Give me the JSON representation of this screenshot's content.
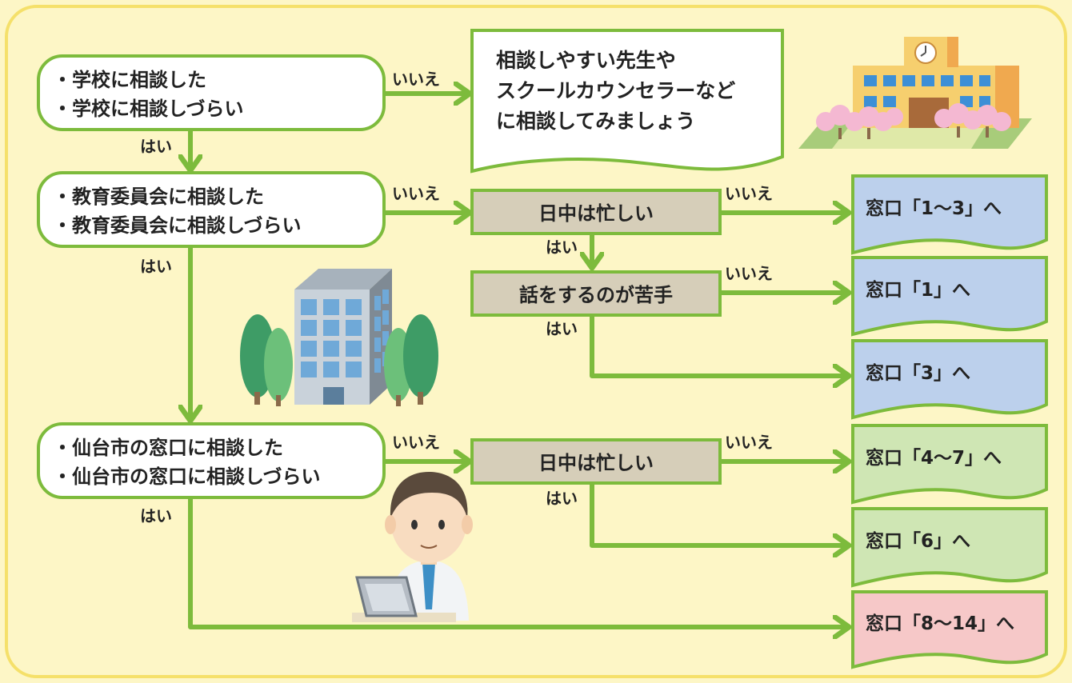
{
  "questions": [
    {
      "line1": "・学校に相談した",
      "line2": "・学校に相談しづらい"
    },
    {
      "line1": "・教育委員会に相談した",
      "line2": "・教育委員会に相談しづらい"
    },
    {
      "line1": "・仙台市の窓口に相談した",
      "line2": "・仙台市の窓口に相談しづらい"
    }
  ],
  "advice": {
    "line1": "相談しやすい先生や",
    "line2": "スクールカウンセラーなど",
    "line3": "に相談してみましょう"
  },
  "sub_questions": {
    "daytime_busy": "日中は忙しい",
    "talking_hard": "話をするのが苦手"
  },
  "answers": {
    "yes": "はい",
    "no": "いいえ"
  },
  "destinations": {
    "d1": "窓口「1～3」へ",
    "d2": "窓口「1」へ",
    "d3": "窓口「3」へ",
    "d4": "窓口「4～7」へ",
    "d5": "窓口「6」へ",
    "d6": "窓口「8～14」へ"
  },
  "colors": {
    "background": "#fdf6c6",
    "border": "#f5e06a",
    "arrow": "#7dbb3c",
    "node_border": "#7dbb3c",
    "sub_question_fill": "#d6ceb9",
    "blue_dest": "#bcd0ec",
    "green_dest": "#cfe6b4",
    "pink_dest": "#f6c8c8"
  }
}
